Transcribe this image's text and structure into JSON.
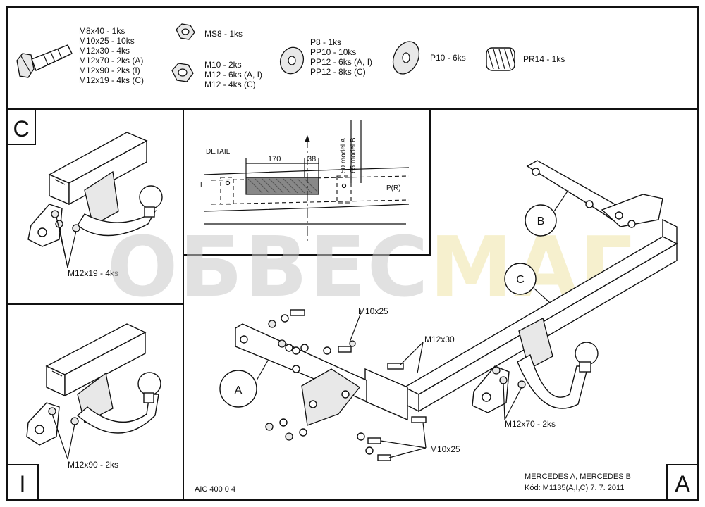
{
  "hardware": {
    "bolt_list": [
      "M8x40 - 1ks",
      "M10x25 - 10ks",
      "M12x30 - 4ks",
      "M12x70 - 2ks (A)",
      "M12x90 - 2ks (I)",
      "M12x19 - 4ks (C)"
    ],
    "nut_ms8": "MS8 - 1ks",
    "nut_list": [
      "M10 - 2ks",
      "M12 - 6ks (A, I)",
      "M12 - 4ks (C)"
    ],
    "washer_p_list": [
      "P8 - 1ks",
      "PP10 - 10ks",
      "PP12 - 6ks (A, I)",
      "PP12 - 8ks (C)"
    ],
    "washer_p10": "P10 - 6ks",
    "spring": "PR14 - 1ks"
  },
  "panel_c": {
    "letter": "C",
    "callout": "M12x19 - 4ks"
  },
  "panel_i": {
    "letter": "I",
    "callout": "M12x90 - 2ks"
  },
  "detail": {
    "title": "DETAIL",
    "dim1": "170",
    "dim2": "38",
    "model_a": "50 model A",
    "model_b": "65 model B",
    "left": "L",
    "right": "P(R)"
  },
  "main": {
    "label_a": "A",
    "label_b": "B",
    "label_c": "C",
    "bolt_m10_top": "M10x25",
    "bolt_m12x30": "M12x30",
    "bolt_m12x70": "M12x70 - 2ks",
    "bolt_m10_bottom": "M10x25",
    "code": "AIC 400 0 4",
    "model_name": "MERCEDES A, MERCEDES B",
    "kod": "Kód: M1135(A,I,C)  7. 7. 2011",
    "version": "A"
  },
  "watermark": {
    "part1": "ОБВЕС",
    "part2": "МАГ",
    "color1": "#c8c8c8",
    "color2": "#efe3a6"
  }
}
